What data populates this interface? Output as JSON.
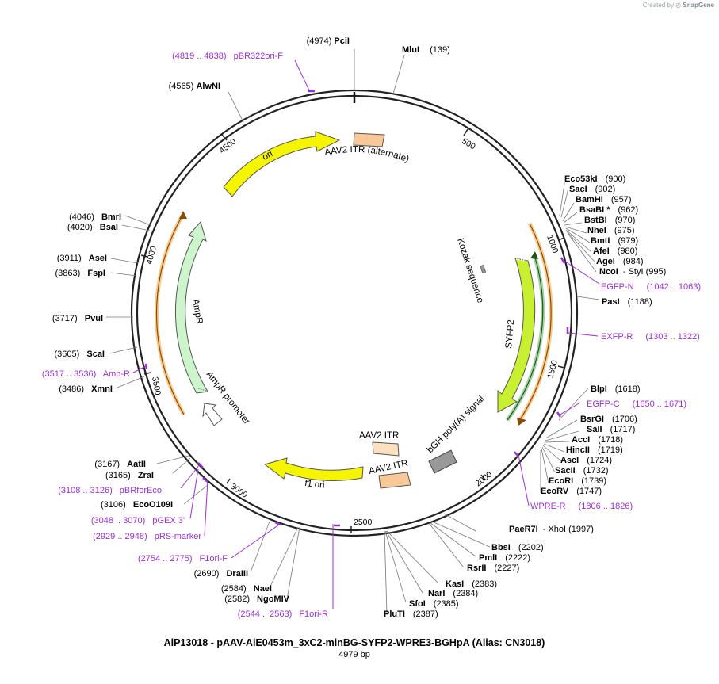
{
  "credit": {
    "prefix": "Created by",
    "brand": "SnapGene"
  },
  "plasmid": {
    "title": "AiP13018 - pAAV-AiE0453m_3xC2-minBG-SYFP2-WPRE3-BGHpA (Alias: CN3018)",
    "length_label": "4979 bp",
    "length": 4979
  },
  "ticks": [
    "500",
    "1000",
    "1500",
    "2000",
    "2500",
    "3000",
    "3500",
    "4000",
    "4500"
  ],
  "features": [
    {
      "name": "ori",
      "color": "#f5f500",
      "type": "arrow"
    },
    {
      "name": "AAV2 ITR (alternate)",
      "color": "#f9c898",
      "type": "box"
    },
    {
      "name": "Kozak sequence",
      "color": "#999999",
      "type": "box"
    },
    {
      "name": "SYFP2",
      "color": "#c8f030",
      "type": "arrow"
    },
    {
      "name": "bGH poly(A) signal",
      "color": "#999999",
      "type": "box"
    },
    {
      "name": "AAV2 ITR",
      "color": "#fde0c0",
      "type": "box"
    },
    {
      "name": "AAV2 ITR",
      "color": "#f9c898",
      "type": "box"
    },
    {
      "name": "f1 ori",
      "color": "#f5f500",
      "type": "arrow"
    },
    {
      "name": "AmpR promoter",
      "color": "#ffffff",
      "type": "arrow"
    },
    {
      "name": "AmpR",
      "color": "#ccf5cc",
      "type": "arrow"
    }
  ],
  "sites": [
    {
      "name": "PciI",
      "pos": "(4974)"
    },
    {
      "name": "MluI",
      "pos": "(139)"
    },
    {
      "name": "AlwNI",
      "pos": "(4565)"
    },
    {
      "name": "Eco53kI",
      "pos": "(900)"
    },
    {
      "name": "SacI",
      "pos": "(902)"
    },
    {
      "name": "BamHI",
      "pos": "(957)"
    },
    {
      "name": "BsaBI *",
      "pos": "(962)"
    },
    {
      "name": "BstBI",
      "pos": "(970)"
    },
    {
      "name": "NheI",
      "pos": "(975)"
    },
    {
      "name": "BmtI",
      "pos": "(979)"
    },
    {
      "name": "AfeI",
      "pos": "(980)"
    },
    {
      "name": "AgeI",
      "pos": "(984)"
    },
    {
      "name": "NcoI",
      "pos": "- StyI    (995)"
    },
    {
      "name": "PasI",
      "pos": "(1188)"
    },
    {
      "name": "BlpI",
      "pos": "(1618)"
    },
    {
      "name": "BsrGI",
      "pos": "(1706)"
    },
    {
      "name": "SalI",
      "pos": "(1717)"
    },
    {
      "name": "AccI",
      "pos": "(1718)"
    },
    {
      "name": "HincII",
      "pos": "(1719)"
    },
    {
      "name": "AscI",
      "pos": "(1724)"
    },
    {
      "name": "SacII",
      "pos": "(1732)"
    },
    {
      "name": "EcoRI",
      "pos": "(1739)"
    },
    {
      "name": "EcoRV",
      "pos": "(1747)"
    },
    {
      "name": "PaeR7I",
      "pos": "- XhoI    (1997)"
    },
    {
      "name": "BbsI",
      "pos": "(2202)"
    },
    {
      "name": "PmlI",
      "pos": "(2222)"
    },
    {
      "name": "RsrII",
      "pos": "(2227)"
    },
    {
      "name": "KasI",
      "pos": "(2383)"
    },
    {
      "name": "NarI",
      "pos": "(2384)"
    },
    {
      "name": "SfoI",
      "pos": "(2385)"
    },
    {
      "name": "PluTI",
      "pos": "(2387)"
    },
    {
      "name": "NaeI",
      "pos": "(2584)"
    },
    {
      "name": "NgoMIV",
      "pos": "(2582)"
    },
    {
      "name": "DraIII",
      "pos": "(2690)"
    },
    {
      "name": "EcoO109I",
      "pos": "(3106)"
    },
    {
      "name": "ZraI",
      "pos": "(3165)"
    },
    {
      "name": "AatII",
      "pos": "(3167)"
    },
    {
      "name": "XmnI",
      "pos": "(3486)"
    },
    {
      "name": "ScaI",
      "pos": "(3605)"
    },
    {
      "name": "PvuI",
      "pos": "(3717)"
    },
    {
      "name": "FspI",
      "pos": "(3863)"
    },
    {
      "name": "AseI",
      "pos": "(3911)"
    },
    {
      "name": "BsaI",
      "pos": "(4020)"
    },
    {
      "name": "BmrI",
      "pos": "(4046)"
    }
  ],
  "primers": [
    {
      "name": "pBR322ori-F",
      "range": "(4819 .. 4838)"
    },
    {
      "name": "EGFP-N",
      "range": "(1042 .. 1063)"
    },
    {
      "name": "EXFP-R",
      "range": "(1303 .. 1322)"
    },
    {
      "name": "EGFP-C",
      "range": "(1650 .. 1671)"
    },
    {
      "name": "WPRE-R",
      "range": "(1806 .. 1826)"
    },
    {
      "name": "F1ori-R",
      "range": "(2544 .. 2563)"
    },
    {
      "name": "F1ori-F",
      "range": "(2754 .. 2775)"
    },
    {
      "name": "pRS-marker",
      "range": "(2929 .. 2948)"
    },
    {
      "name": "pGEX 3'",
      "range": "(3048 .. 3070)"
    },
    {
      "name": "pBRforEco",
      "range": "(3108 .. 3126)"
    },
    {
      "name": "Amp-R",
      "range": "(3517 .. 3536)"
    }
  ],
  "colors": {
    "backbone": "#222222",
    "primer": "#9932CC",
    "orange_track": "#f0a030",
    "green_track": "#3a9a3a"
  }
}
